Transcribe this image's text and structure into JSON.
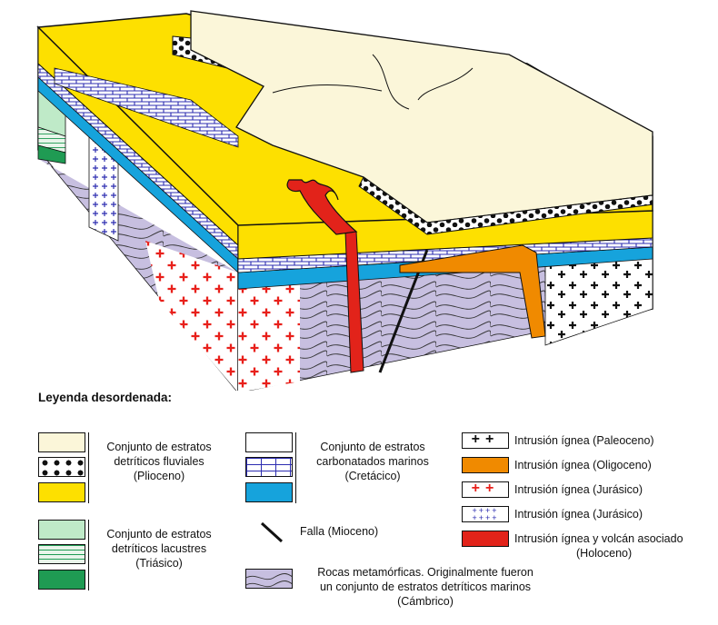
{
  "legend": {
    "title": "Leyenda desordenada:",
    "groups": [
      {
        "lines": [
          "Conjunto de estratos",
          "detríticos fluviales",
          "(Plioceno)"
        ]
      },
      {
        "lines": [
          "Conjunto de estratos",
          "carbonatados marinos",
          "(Cretácico)"
        ]
      },
      {
        "lines": [
          "Conjunto de estratos",
          "detríticos lacustres",
          "(Triásico)"
        ]
      }
    ],
    "fault": "Falla (Mioceno)",
    "metamorphic": [
      "Rocas metamórficas. Originalmente fueron",
      "un conjunto de estratos detríticos marinos",
      "(Cámbrico)"
    ],
    "intrusions": [
      {
        "label": "Intrusión ígnea (Paleoceno)"
      },
      {
        "label": "Intrusión ígnea (Oligoceno)"
      },
      {
        "label": "Intrusión ígnea (Jurásico)"
      },
      {
        "label": "Intrusión ígnea (Jurásico)"
      },
      {
        "label": "Intrusión ígnea y volcán asociado"
      }
    ],
    "volcano_age": "(Holoceno)"
  },
  "colors": {
    "pliocene_top": "#fbf6d9",
    "pliocene_mid": "#111111",
    "pliocene_bottom": "#fde000",
    "cretaceous_top": "#ffffff",
    "cretaceous_mid": "#2c2cb0",
    "cretaceous_bottom": "#16a3dc",
    "triassic_top": "#bfeac8",
    "triassic_mid": "#e8f5ea",
    "triassic_bottom": "#1f9b53",
    "metamorphic": "#c7bfe0",
    "metamorphic_rim": "#d9a7a7",
    "oligocene": "#f08a00",
    "jurassic_red": "#e8201b",
    "holocene": "#e2231a",
    "paleocene_fill": "#ffffff"
  }
}
